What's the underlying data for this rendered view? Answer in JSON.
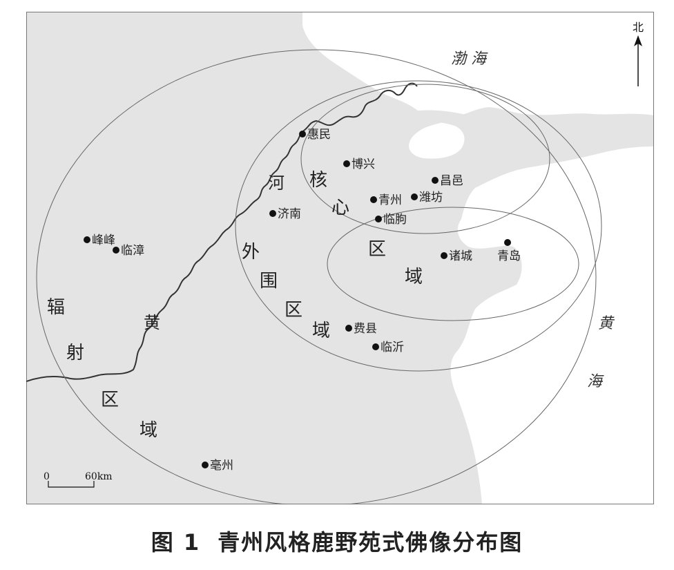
{
  "colors": {
    "land": "#e4e4e4",
    "sea": "#ffffff",
    "line": "#555555",
    "river": "#333333",
    "frame": "#777777"
  },
  "north": {
    "label": "北"
  },
  "seas": {
    "bohai": "渤 海",
    "huanghai_1": "黄",
    "huanghai_2": "海"
  },
  "river": {
    "he": "河",
    "huang": "黄"
  },
  "regions": {
    "core": [
      "核",
      "心",
      "区",
      "域"
    ],
    "outer": [
      "外",
      "围",
      "区",
      "域"
    ],
    "radiation": [
      "辐",
      "射",
      "区",
      "域"
    ]
  },
  "cities": [
    {
      "name": "惠民"
    },
    {
      "name": "博兴"
    },
    {
      "name": "昌邑"
    },
    {
      "name": "青州"
    },
    {
      "name": "潍坊"
    },
    {
      "name": "济南"
    },
    {
      "name": "临朐"
    },
    {
      "name": "峰峰"
    },
    {
      "name": "临漳"
    },
    {
      "name": "诸城"
    },
    {
      "name": "青岛"
    },
    {
      "name": "费县"
    },
    {
      "name": "临沂"
    },
    {
      "name": "亳州"
    }
  ],
  "scale": {
    "zero": "0",
    "distance": "60km"
  },
  "caption": {
    "fig_no": "图 1",
    "title": "青州风格鹿野苑式佛像分布图"
  }
}
